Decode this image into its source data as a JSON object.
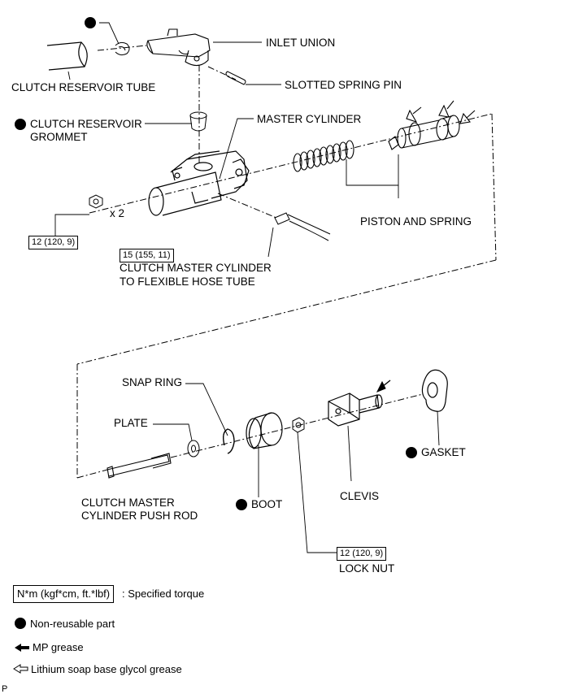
{
  "labels": {
    "inlet_union": "INLET UNION",
    "clutch_reservoir_tube": "CLUTCH RESERVOIR TUBE",
    "slotted_spring_pin": "SLOTTED SPRING PIN",
    "clutch_reservoir_grommet_1": "CLUTCH RESERVOIR",
    "clutch_reservoir_grommet_2": "GROMMET",
    "master_cylinder": "MASTER CYLINDER",
    "x2": "x 2",
    "piston_and_spring": "PISTON AND SPRING",
    "hose_tube_1": "CLUTCH MASTER CYLINDER",
    "hose_tube_2": "TO FLEXIBLE HOSE TUBE",
    "snap_ring": "SNAP RING",
    "plate": "PLATE",
    "push_rod_1": "CLUTCH MASTER",
    "push_rod_2": "CYLINDER PUSH ROD",
    "boot": "BOOT",
    "clevis": "CLEVIS",
    "gasket": "GASKET",
    "lock_nut": "LOCK NUT",
    "page_marker": "P"
  },
  "torques": {
    "nut": "12 (120, 9)",
    "hose_tube": "15 (155, 11)",
    "lock_nut": "12 (120, 9)"
  },
  "legend": {
    "torque_units": "N*m (kgf*cm, ft.*lbf)",
    "torque_desc": ": Specified torque",
    "non_reusable": "Non-reusable part",
    "mp_grease": "MP grease",
    "lithium_grease": "Lithium soap base glycol grease"
  }
}
